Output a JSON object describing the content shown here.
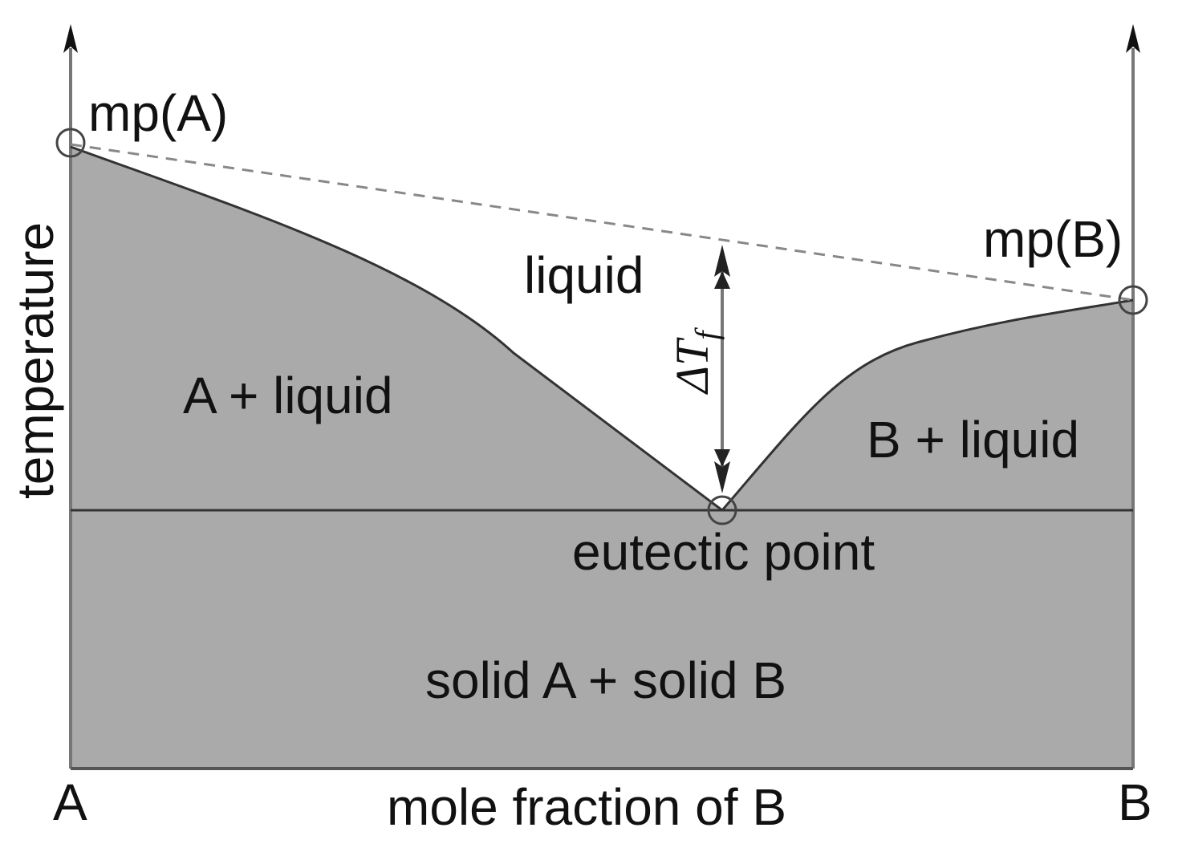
{
  "diagram": {
    "axis": {
      "y_label": "temperature",
      "x_label": "mole fraction of B",
      "left_end": "A",
      "right_end": "B"
    },
    "points": {
      "mp_a": "mp(A)",
      "mp_b": "mp(B)",
      "eutectic": "eutectic point"
    },
    "regions": {
      "liquid": "liquid",
      "a_liquid": "A + liquid",
      "b_liquid": "B + liquid",
      "solid": "solid A + solid B"
    },
    "delta_t": {
      "symbol": "ΔT",
      "subscript": "f"
    },
    "colors": {
      "solid_fill": "#aaaaaa",
      "line": "#444444",
      "axis": "#777777",
      "dashed": "#888888"
    }
  }
}
